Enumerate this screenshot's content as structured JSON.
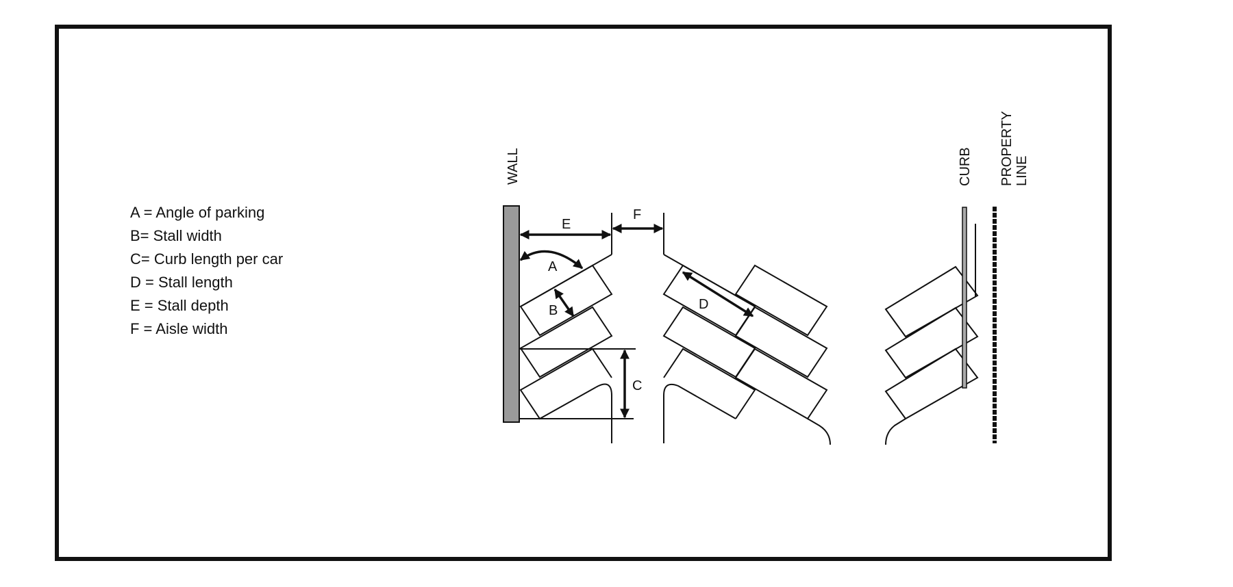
{
  "legend": [
    "A = Angle of parking",
    "B= Stall width",
    "C= Curb length per car",
    "D = Stall length",
    "E = Stall depth",
    "F = Aisle width"
  ],
  "labels": {
    "wall": "WALL",
    "curb": "CURB",
    "property_line_1": "PROPERTY",
    "property_line_2": "LINE",
    "a": "A",
    "b": "B",
    "c": "C",
    "d": "D",
    "e": "E",
    "f": "F"
  },
  "colors": {
    "wall_fill": "#9a9a9a",
    "line": "#111111"
  }
}
